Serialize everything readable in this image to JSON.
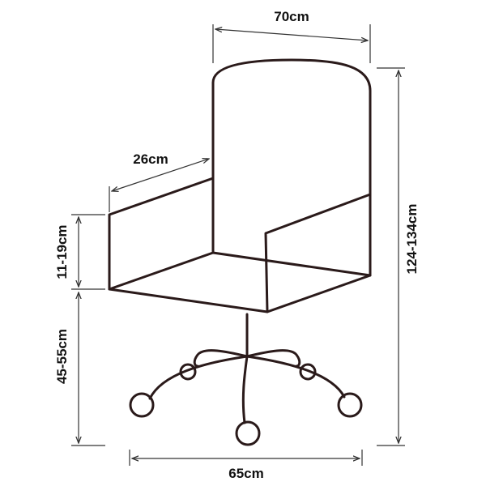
{
  "colors": {
    "outline": "#2a1a1a",
    "dimension": "#333333"
  },
  "dimensions": {
    "seat_width": "70cm",
    "armrest_depth": "26cm",
    "armrest_height": "11-19cm",
    "seat_height": "45-55cm",
    "total_height": "124-134cm",
    "base_width": "65cm"
  }
}
